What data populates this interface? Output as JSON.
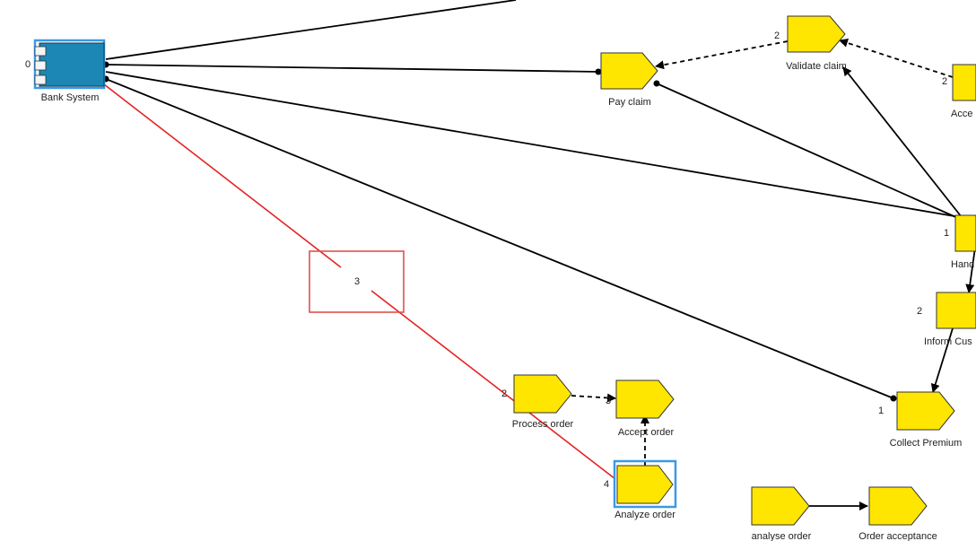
{
  "diagram": {
    "bank_system": {
      "label": "Bank System",
      "index": "0"
    },
    "processes": [
      {
        "key": "pay_claim",
        "label": "Pay claim",
        "index": ""
      },
      {
        "key": "validate_claim",
        "label": "Validate claim",
        "index": "2"
      },
      {
        "key": "accept_claim",
        "label": "Acce",
        "index": "2"
      },
      {
        "key": "handle_claim",
        "label": "Hand",
        "index": "1"
      },
      {
        "key": "inform_customer",
        "label": "Inform Cus",
        "index": "2"
      },
      {
        "key": "collect_premium",
        "label": "Collect Premium",
        "index": "1"
      },
      {
        "key": "process_order",
        "label": "Process order",
        "index": "2"
      },
      {
        "key": "accept_order",
        "label": "Accept order",
        "index": "3"
      },
      {
        "key": "analyze_order",
        "label": "Analyze order",
        "index": "4"
      },
      {
        "key": "analyse_order_small",
        "label": "analyse order",
        "index": ""
      },
      {
        "key": "order_acceptance",
        "label": "Order acceptance",
        "index": ""
      }
    ],
    "connection_label": "3"
  },
  "colors": {
    "process_fill": "#ffe600",
    "component_fill": "#1c87b5",
    "selection": "#3b99e8",
    "selected_line": "#e52222",
    "line": "#000000"
  }
}
